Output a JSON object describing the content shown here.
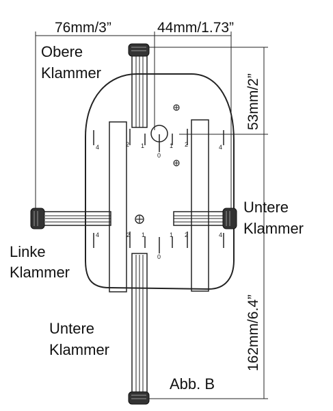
{
  "dimensions": {
    "top_left": "76mm/3”",
    "top_right": "44mm/1.73”",
    "right_upper": "53mm/2”",
    "right_lower": "162mm/6.4”"
  },
  "labels": {
    "upper_clamp_line1": "Obere",
    "upper_clamp_line2": "Klammer",
    "left_clamp_line1": "Linke",
    "left_clamp_line2": "Klammer",
    "right_clamp_line1": "Untere",
    "right_clamp_line2": "Klammer",
    "bottom_clamp_line1": "Untere",
    "bottom_clamp_line2": "Klammer",
    "figure": "Abb. B"
  },
  "scale_upper": [
    "4",
    "2",
    "1",
    "0",
    "1",
    "2",
    "4"
  ],
  "scale_lower": [
    "4",
    "2",
    "1",
    "0",
    "1",
    "2",
    "4"
  ]
}
